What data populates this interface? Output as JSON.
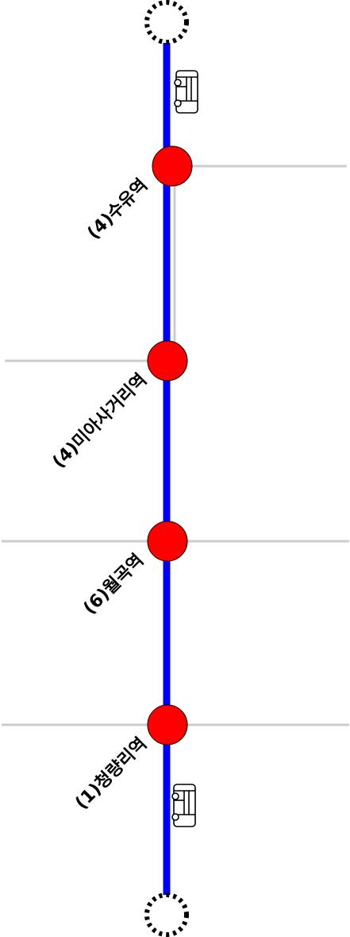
{
  "route": {
    "line_color": "#0000ee",
    "station_color": "#ff0000",
    "transfer_line_color": "#cccccc",
    "terminal_style": "dotted-circle"
  },
  "stations": [
    {
      "label": "(4)수유역",
      "marker": "station"
    },
    {
      "label": "(4)미아사거리역",
      "marker": "station"
    },
    {
      "label": "(6)월곡역",
      "marker": "station"
    },
    {
      "label": "(1)청량리역",
      "marker": "station"
    }
  ],
  "icons": {
    "top": "bus-icon",
    "bottom": "bus-icon"
  }
}
